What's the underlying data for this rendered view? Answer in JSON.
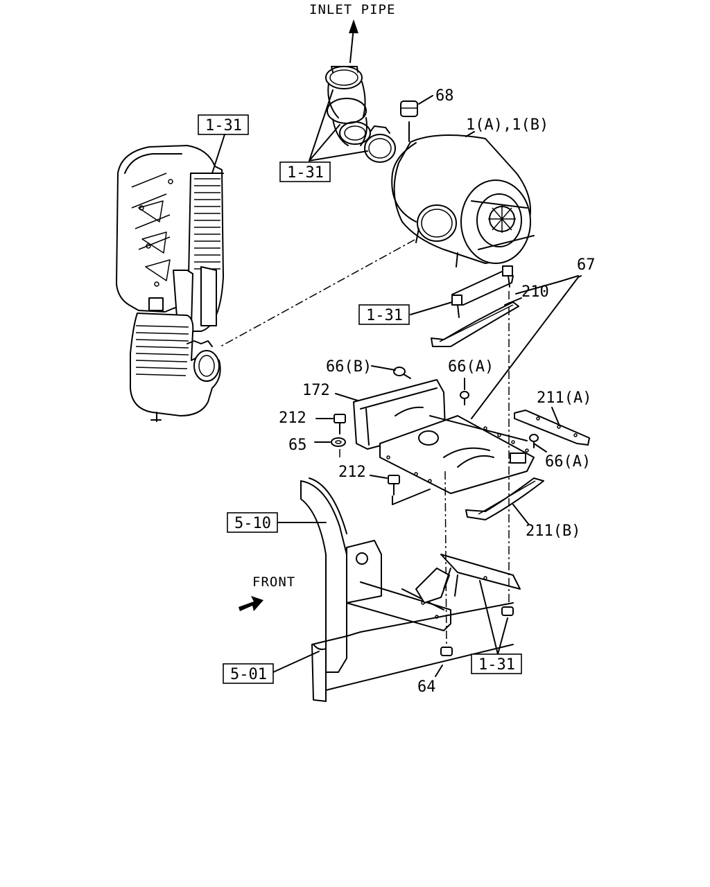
{
  "diagram": {
    "inlet_pipe_label": "INLET PIPE",
    "front_label": "FRONT",
    "ref_boxes": {
      "ref_1_31_top": "1-31",
      "ref_1_31_clamp": "1-31",
      "ref_1_31_bracket": "1-31",
      "ref_1_31_bottom": "1-31",
      "ref_5_10": "5-10",
      "ref_5_01": "5-01"
    },
    "callouts": {
      "c68": "68",
      "c1": "1(A),1(B)",
      "c67": "67",
      "c210": "210",
      "c66b": "66(B)",
      "c66a_top": "66(A)",
      "c172": "172",
      "c211a": "211(A)",
      "c212_top": "212",
      "c65": "65",
      "c66a_right": "66(A)",
      "c212_low": "212",
      "c211b": "211(B)",
      "c64": "64"
    }
  }
}
